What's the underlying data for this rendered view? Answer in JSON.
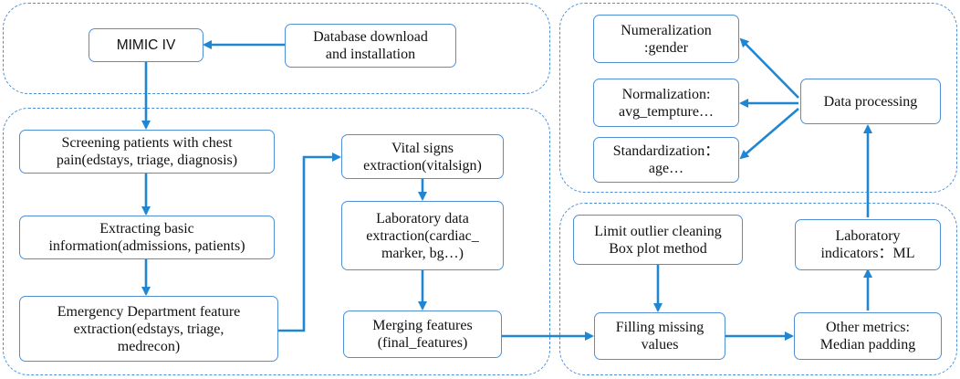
{
  "colors": {
    "accent": "#1f86d4",
    "border": "#4f8fd6"
  },
  "nodes": {
    "mimic": "MIMIC IV",
    "db_download": "Database download\nand installation",
    "screening": "Screening patients with chest\npain(edstays, triage, diagnosis)",
    "basic_info": "Extracting basic\ninformation(admissions, patients)",
    "ed_feature": "Emergency Department feature\nextraction(edstays, triage,\nmedrecon)",
    "vital_signs": "Vital signs\nextraction(vitalsign)",
    "lab_extraction": "Laboratory data\nextraction(cardiac_\nmarker, bg…)",
    "merging": "Merging features\n(final_features)",
    "limit_outlier": "Limit outlier cleaning\nBox plot method",
    "filling": "Filling  missing\nvalues",
    "other_metrics": "Other metrics:\nMedian padding",
    "lab_indicators": "Laboratory\nindicators：ML",
    "data_processing": "Data processing",
    "numeralization": "Numeralization\n:gender",
    "normalization": "Normalization:\navg_tempture…",
    "standardization": "Standardization：\nage…"
  }
}
